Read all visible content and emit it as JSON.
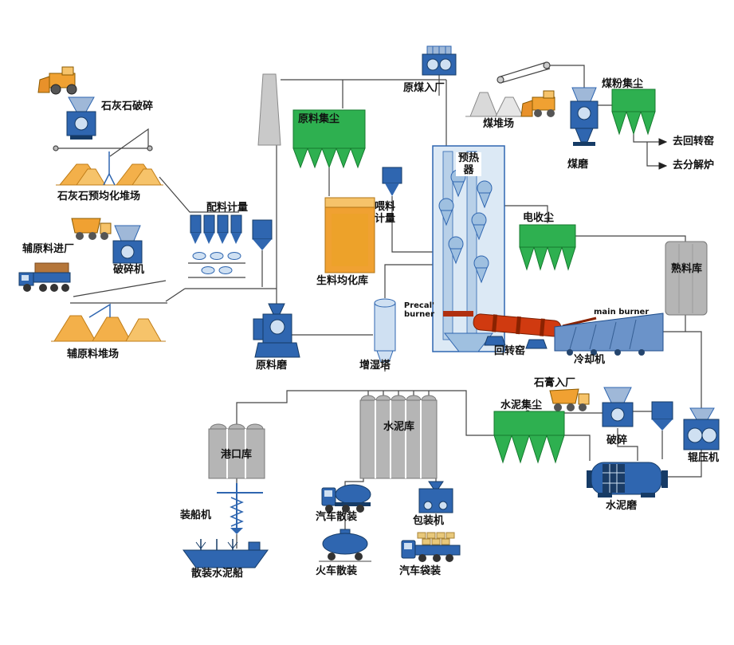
{
  "labels": {
    "limestone_crushing": "石灰石破碎",
    "limestone_preblending_yard": "石灰石预均化堆场",
    "aux_entry": "辅原料进厂",
    "crusher_machine": "破碎机",
    "aux_yard": "辅原料堆场",
    "batching": "配料计量",
    "raw_dust": "原料集尘",
    "raw_meal_silo": "生料均化库",
    "feed_metering": "喂料计量",
    "raw_mill": "原料磨",
    "humidifier": "增湿塔",
    "preheater": "预热器",
    "coal_entry": "原煤入厂",
    "coal_yard": "煤堆场",
    "coal_dust": "煤粉集尘",
    "coal_mill": "煤磨",
    "to_kiln": "去回转窑",
    "to_calciner": "去分解炉",
    "esp": "电收尘",
    "clinker_silo": "熟料库",
    "precal_burner": "Precal' burner",
    "main_burner": "main burner",
    "kiln": "回转窑",
    "cooler": "冷却机",
    "gypsum_entry": "石膏入厂",
    "cement_dust": "水泥集尘",
    "crushing": "破碎",
    "roller_press": "辊压机",
    "cement_mill": "水泥磨",
    "cement_silo": "水泥库",
    "port_silo": "港口库",
    "ship_loader": "装船机",
    "ship": "散装水泥船",
    "truck_bulk": "汽车散装",
    "train_bulk": "火车散装",
    "packer": "包装机",
    "truck_bag": "汽车袋装"
  },
  "colors": {
    "collector_green": "#2eb050",
    "machine_blue": "#2f66b0",
    "light_blue": "#cfe0f2",
    "material_orange": "#f0a132",
    "silo_gray": "#b5b5b5",
    "kiln_red": "#d03a10",
    "line_dark": "#444444"
  }
}
